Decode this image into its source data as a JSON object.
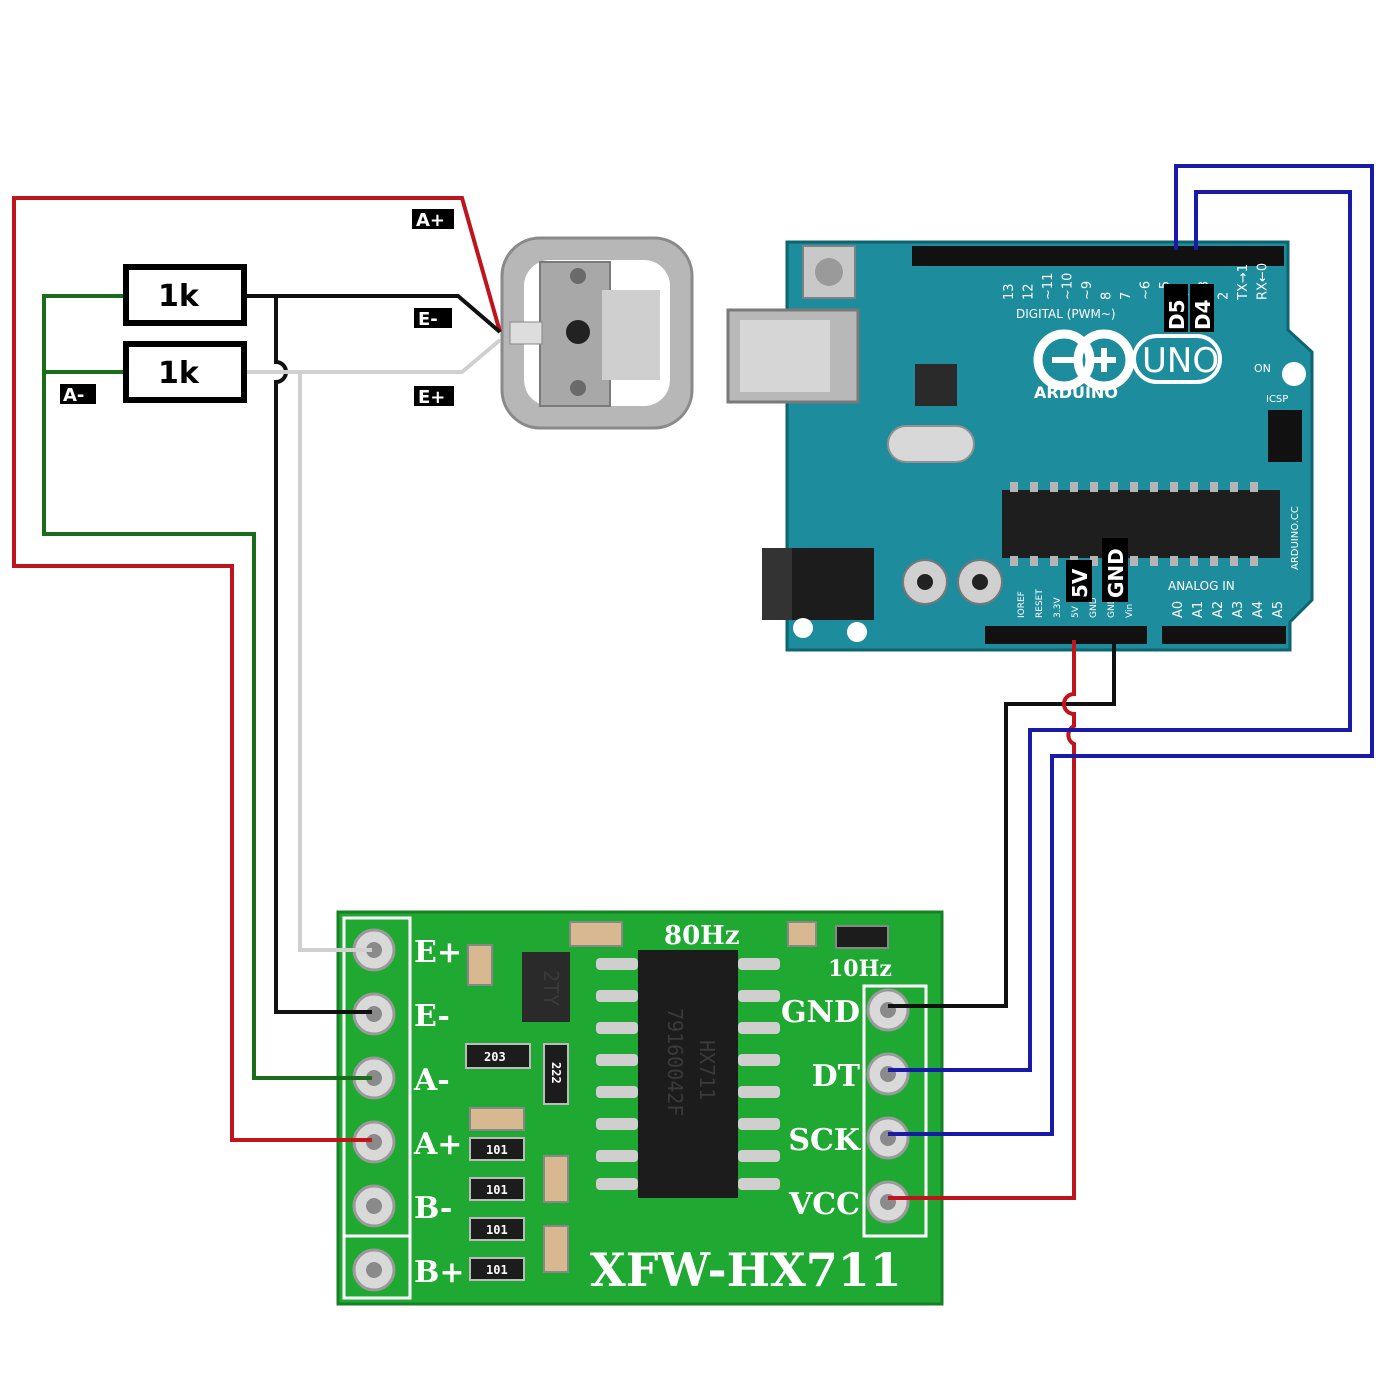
{
  "colors": {
    "wire_red": "#c0141c",
    "wire_black": "#111111",
    "wire_green": "#1a6e1a",
    "wire_white": "#d0d0d0",
    "wire_blue": "#1a1aa8",
    "hx711_board": "#1fa832",
    "arduino_board": "#1d8c9c"
  },
  "load_cell": {
    "labels": {
      "a_plus": "A+",
      "e_minus": "E-",
      "e_plus": "E+",
      "a_minus": "A-"
    }
  },
  "resistors": [
    {
      "value": "1k"
    },
    {
      "value": "1k"
    }
  ],
  "arduino": {
    "brand": "ARDUINO",
    "model": "UNO",
    "digital_header_label": "DIGITAL (PWM~)",
    "digital_pins": [
      "13",
      "12",
      "~11",
      "~10",
      "~9",
      "8",
      "7",
      "~6",
      "~5",
      "4",
      "~3",
      "2",
      "TX→1",
      "RX←0"
    ],
    "analog_header_label": "ANALOG IN",
    "analog_pins": [
      "A0",
      "A1",
      "A2",
      "A3",
      "A4",
      "A5"
    ],
    "power_pins": [
      "IOREF",
      "RESET",
      "3.3V",
      "5V",
      "GND",
      "GND",
      "Vin"
    ],
    "pin_callouts": {
      "d5": "D5",
      "d4": "D4",
      "v5": "5V",
      "gnd": "GND"
    },
    "side_text": "ARDUINO.CC",
    "icsp_label": "ICSP",
    "on_label": "ON"
  },
  "hx711": {
    "title": "XFW-HX711",
    "chip_line1": "HX711",
    "chip_line2": "79160042F",
    "rate_80": "80Hz",
    "rate_10": "10Hz",
    "transistor_marking": "2TY",
    "smd_203": "203",
    "smd_222": "222",
    "smd_101": "101",
    "left_pins": [
      "E+",
      "E-",
      "A-",
      "A+",
      "B-",
      "B+"
    ],
    "right_pins": [
      "GND",
      "DT",
      "SCK",
      "VCC"
    ]
  }
}
